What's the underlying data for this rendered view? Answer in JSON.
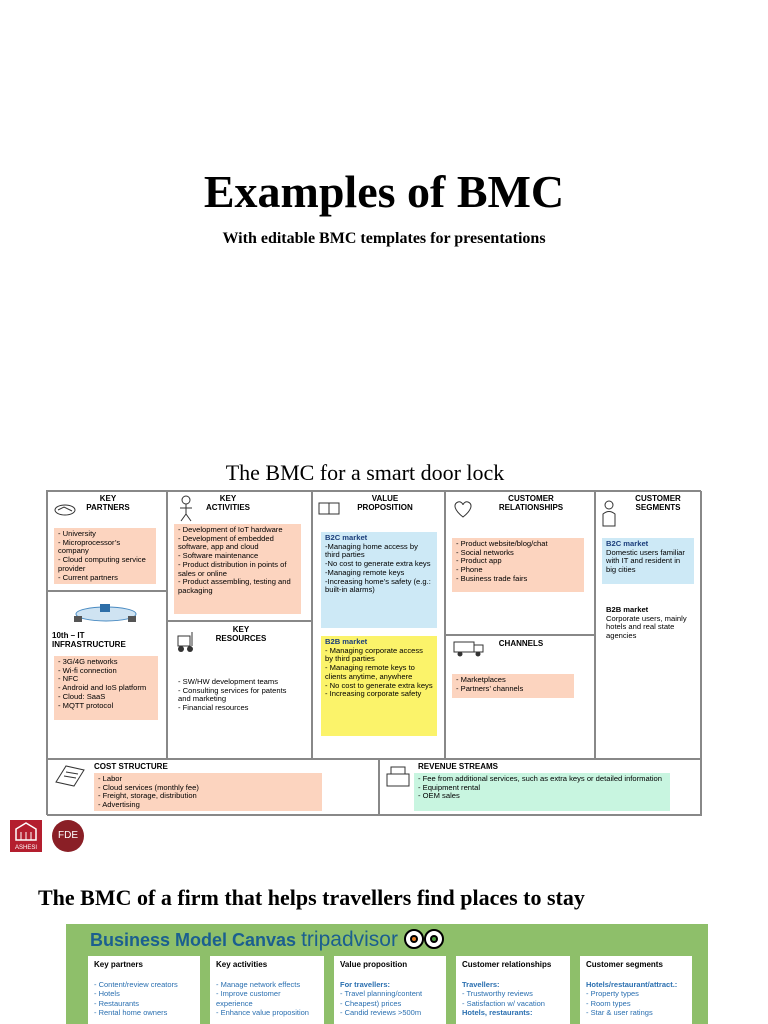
{
  "slide": {
    "title": "Examples of BMC",
    "subtitle": "With editable BMC templates for presentations"
  },
  "bmc1": {
    "heading": "The BMC for a smart door lock",
    "key_partners": {
      "label_line1": "KEY",
      "label_line2": "PARTNERS",
      "items": [
        "University",
        "Microprocessor’s company",
        "Cloud computing service provider",
        "Current partners"
      ],
      "infra_label_line1": "10th – IT",
      "infra_label_line2": "INFRASTRUCTURE",
      "infra_items": [
        "3G/4G networks",
        "Wi-fi connection",
        "NFC",
        "Android and IoS platform",
        "Cloud: SaaS",
        "MQTT protocol"
      ]
    },
    "key_activities": {
      "label_line1": "KEY",
      "label_line2": "ACTIVITIES",
      "items": [
        "Development of IoT hardware",
        "Development of embedded software, app and cloud",
        "Software maintenance",
        "Product distribution in points of sales or online",
        "Product assembling, testing and packaging"
      ]
    },
    "key_resources": {
      "label_line1": "KEY",
      "label_line2": "RESOURCES",
      "items": [
        "SW/HW development teams",
        "Consulting services for patents and marketing",
        "Financial resources"
      ]
    },
    "value_proposition": {
      "label_line1": "VALUE",
      "label_line2": "PROPOSITION",
      "b2c_title": "B2C market",
      "b2c_lines": [
        "-Managing home access by third parties",
        "-No cost to generate extra keys",
        "-Managing remote keys",
        "-Increasing home’s safety (e.g.: built-in alarms)"
      ],
      "b2b_title": "B2B market",
      "b2b_items": [
        "Managing corporate access by third parties",
        "Managing remote keys to clients anytime, anywhere",
        "No cost to generate extra keys",
        "Increasing corporate safety"
      ]
    },
    "customer_relationships": {
      "label_line1": "CUSTOMER",
      "label_line2": "RELATIONSHIPS",
      "items": [
        "Product website/blog/chat",
        "Social networks",
        "Product app",
        "Phone",
        "Business trade fairs"
      ]
    },
    "channels": {
      "label": "CHANNELS",
      "items": [
        "Marketplaces",
        "Partners’ channels"
      ]
    },
    "customer_segments": {
      "label_line1": "CUSTOMER",
      "label_line2": "SEGMENTS",
      "b2c_title": "B2C market",
      "b2c_text": "Domestic users familiar with IT and resident in big cities",
      "b2b_title": "B2B market",
      "b2b_text": "Corporate users, mainly hotels and real state agencies"
    },
    "cost_structure": {
      "label": "COST STRUCTURE",
      "items": [
        "Labor",
        "Cloud services (monthly fee)",
        "Freight, storage, distribution",
        "Advertising"
      ]
    },
    "revenue_streams": {
      "label": "REVENUE STREAMS",
      "items": [
        "Fee from additional services, such as extra keys or detailed information",
        "Equipment rental",
        "OEM sales"
      ]
    }
  },
  "logos": {
    "ashesi": "ASHESI",
    "fde": "FDE"
  },
  "bmc2": {
    "heading": "The BMC of a firm that helps travellers find places to stay",
    "canvas_title": "Business Model Canvas",
    "brand": "tripadvisor",
    "columns": [
      {
        "header": "Key partners",
        "lines": [
          "- Content/review creators",
          "- Hotels",
          "- Restaurants",
          "- Rental home owners"
        ]
      },
      {
        "header": "Key activities",
        "lines": [
          "- Manage network effects",
          "- Improve customer experience",
          "- Enhance value proposition"
        ]
      },
      {
        "header": "Value proposition",
        "sub": "For travellers:",
        "lines": [
          "- Travel planning/content",
          "- Cheapest) prices",
          "- Candid reviews >500m"
        ]
      },
      {
        "header": "Customer relationships",
        "sub": "Travellers:",
        "lines": [
          "- Trustworthy reviews",
          "- Satisfaction w/ vacation"
        ],
        "sub2": "Hotels, restaurants:"
      },
      {
        "header": "Customer segments",
        "sub": "Hotels/restaurant/attract.:",
        "lines": [
          "- Property types",
          "- Room types",
          "- Star & user ratings"
        ]
      }
    ]
  }
}
